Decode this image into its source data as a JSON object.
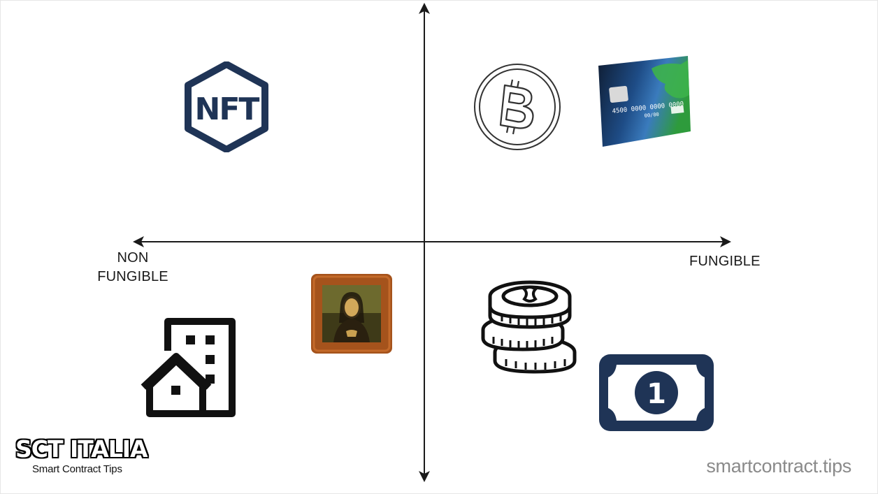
{
  "axis": {
    "left_label": "NON\nFUNGIBLE",
    "right_label": "FUNGIBLE"
  },
  "icons": {
    "nft_text": "NFT",
    "bill_digit": "1",
    "card_number": "4500 0000 0000 0000",
    "card_expiry": "00/00"
  },
  "branding": {
    "title": "SCT ITALIA",
    "subtitle": "Smart Contract Tips",
    "site": "smartcontract.tips"
  },
  "colors": {
    "navy": "#1f3456",
    "axis": "#1a1a1a",
    "frame_brown": "#a5531c"
  }
}
